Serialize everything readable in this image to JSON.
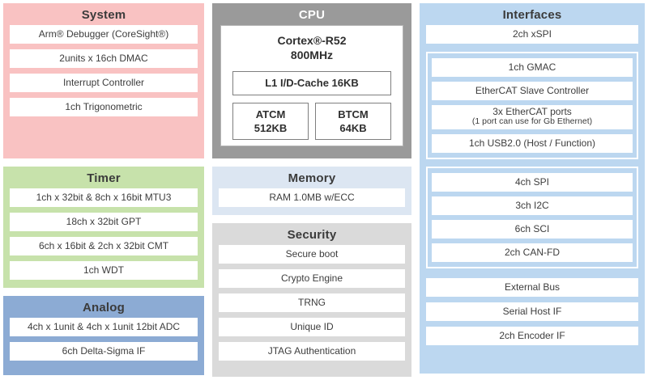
{
  "blocks": {
    "system": {
      "title": "System",
      "items": [
        "Arm® Debugger (CoreSight®)",
        "2units x 16ch DMAC",
        "Interrupt Controller",
        "1ch Trigonometric"
      ]
    },
    "timer": {
      "title": "Timer",
      "items": [
        "1ch x 32bit & 8ch x 16bit MTU3",
        "18ch x 32bit GPT",
        "6ch x 16bit & 2ch x 32bit CMT",
        "1ch WDT"
      ]
    },
    "analog": {
      "title": "Analog",
      "items": [
        "4ch x 1unit & 4ch x 1unit 12bit ADC",
        "6ch Delta-Sigma IF"
      ]
    },
    "cpu": {
      "title": "CPU",
      "core_name": "Cortex®-R52",
      "core_freq": "800MHz",
      "cache": "L1 I/D-Cache 16KB",
      "atcm_name": "ATCM",
      "atcm_size": "512KB",
      "btcm_name": "BTCM",
      "btcm_size": "64KB"
    },
    "memory": {
      "title": "Memory",
      "items": [
        "RAM 1.0MB w/ECC"
      ]
    },
    "security": {
      "title": "Security",
      "items": [
        "Secure boot",
        "Crypto Engine",
        "TRNG",
        "Unique ID",
        "JTAG Authentication"
      ]
    },
    "interfaces": {
      "title": "Interfaces",
      "xspi": "2ch xSPI",
      "ethernet_group": {
        "gmac": "1ch GMAC",
        "ethercat_slave": "EtherCAT Slave Controller",
        "ethercat_ports_line1": "3x EtherCAT ports",
        "ethercat_ports_line2": "(1 port can use for Gb Ethernet)",
        "usb": "1ch USB2.0 (Host / Function)"
      },
      "serial_group": {
        "spi": "4ch SPI",
        "i2c": "3ch I2C",
        "sci": "6ch SCI",
        "canfd": "2ch CAN-FD"
      },
      "bottom_items": [
        "External Bus",
        "Serial Host IF",
        "2ch Encoder IF"
      ]
    }
  },
  "colors": {
    "system_bg": "#f9c2c2",
    "timer_bg": "#c7e2ab",
    "analog_bg": "#8cabd4",
    "cpu_bg": "#9a9a9a",
    "memory_bg": "#dce6f2",
    "security_bg": "#dadada",
    "interfaces_bg": "#bcd7f0",
    "row_bg": "#ffffff"
  }
}
